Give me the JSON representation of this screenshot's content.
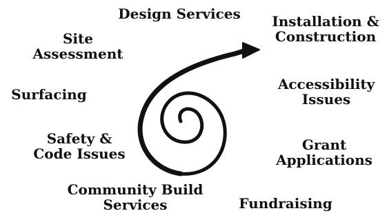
{
  "topics": {
    "design_services": [
      "Design Services"
    ],
    "installation_construction": [
      "Installation &",
      "Construction"
    ],
    "site_assessment": [
      "Site",
      "Assessment"
    ],
    "surfacing": [
      "Surfacing"
    ],
    "accessibility_issues": [
      "Accessibility",
      "Issues"
    ],
    "safety_code_issues": [
      "Safety &",
      "Code Issues"
    ],
    "grant_applications": [
      "Grant",
      "Applications"
    ],
    "community_build_services": [
      "Community Build",
      "Services"
    ],
    "fundraising": [
      "Fundraising"
    ]
  },
  "colors": {
    "text": "#111111",
    "spiral": "#111111",
    "background": "#ffffff"
  },
  "icons": {
    "spiral": "spiral-arrow-icon"
  }
}
